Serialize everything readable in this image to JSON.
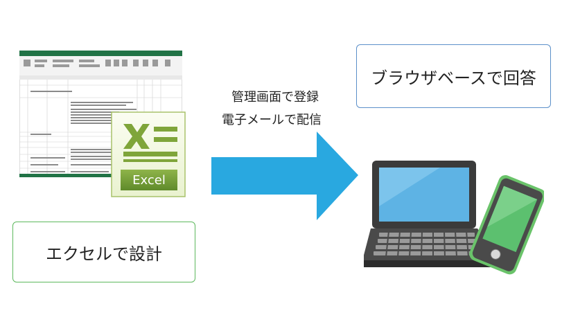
{
  "left_label": "エクセルで設計",
  "right_label": "ブラウザベースで回答",
  "arrow_labels": [
    "管理画面で登録",
    "電子メールで配信"
  ],
  "excel_icon_text": "Excel",
  "colors": {
    "arrow": "#29a8e0",
    "green_border": "#5cb85c",
    "blue_border": "#5b8fc9",
    "excel_green": "#7fa53a"
  }
}
